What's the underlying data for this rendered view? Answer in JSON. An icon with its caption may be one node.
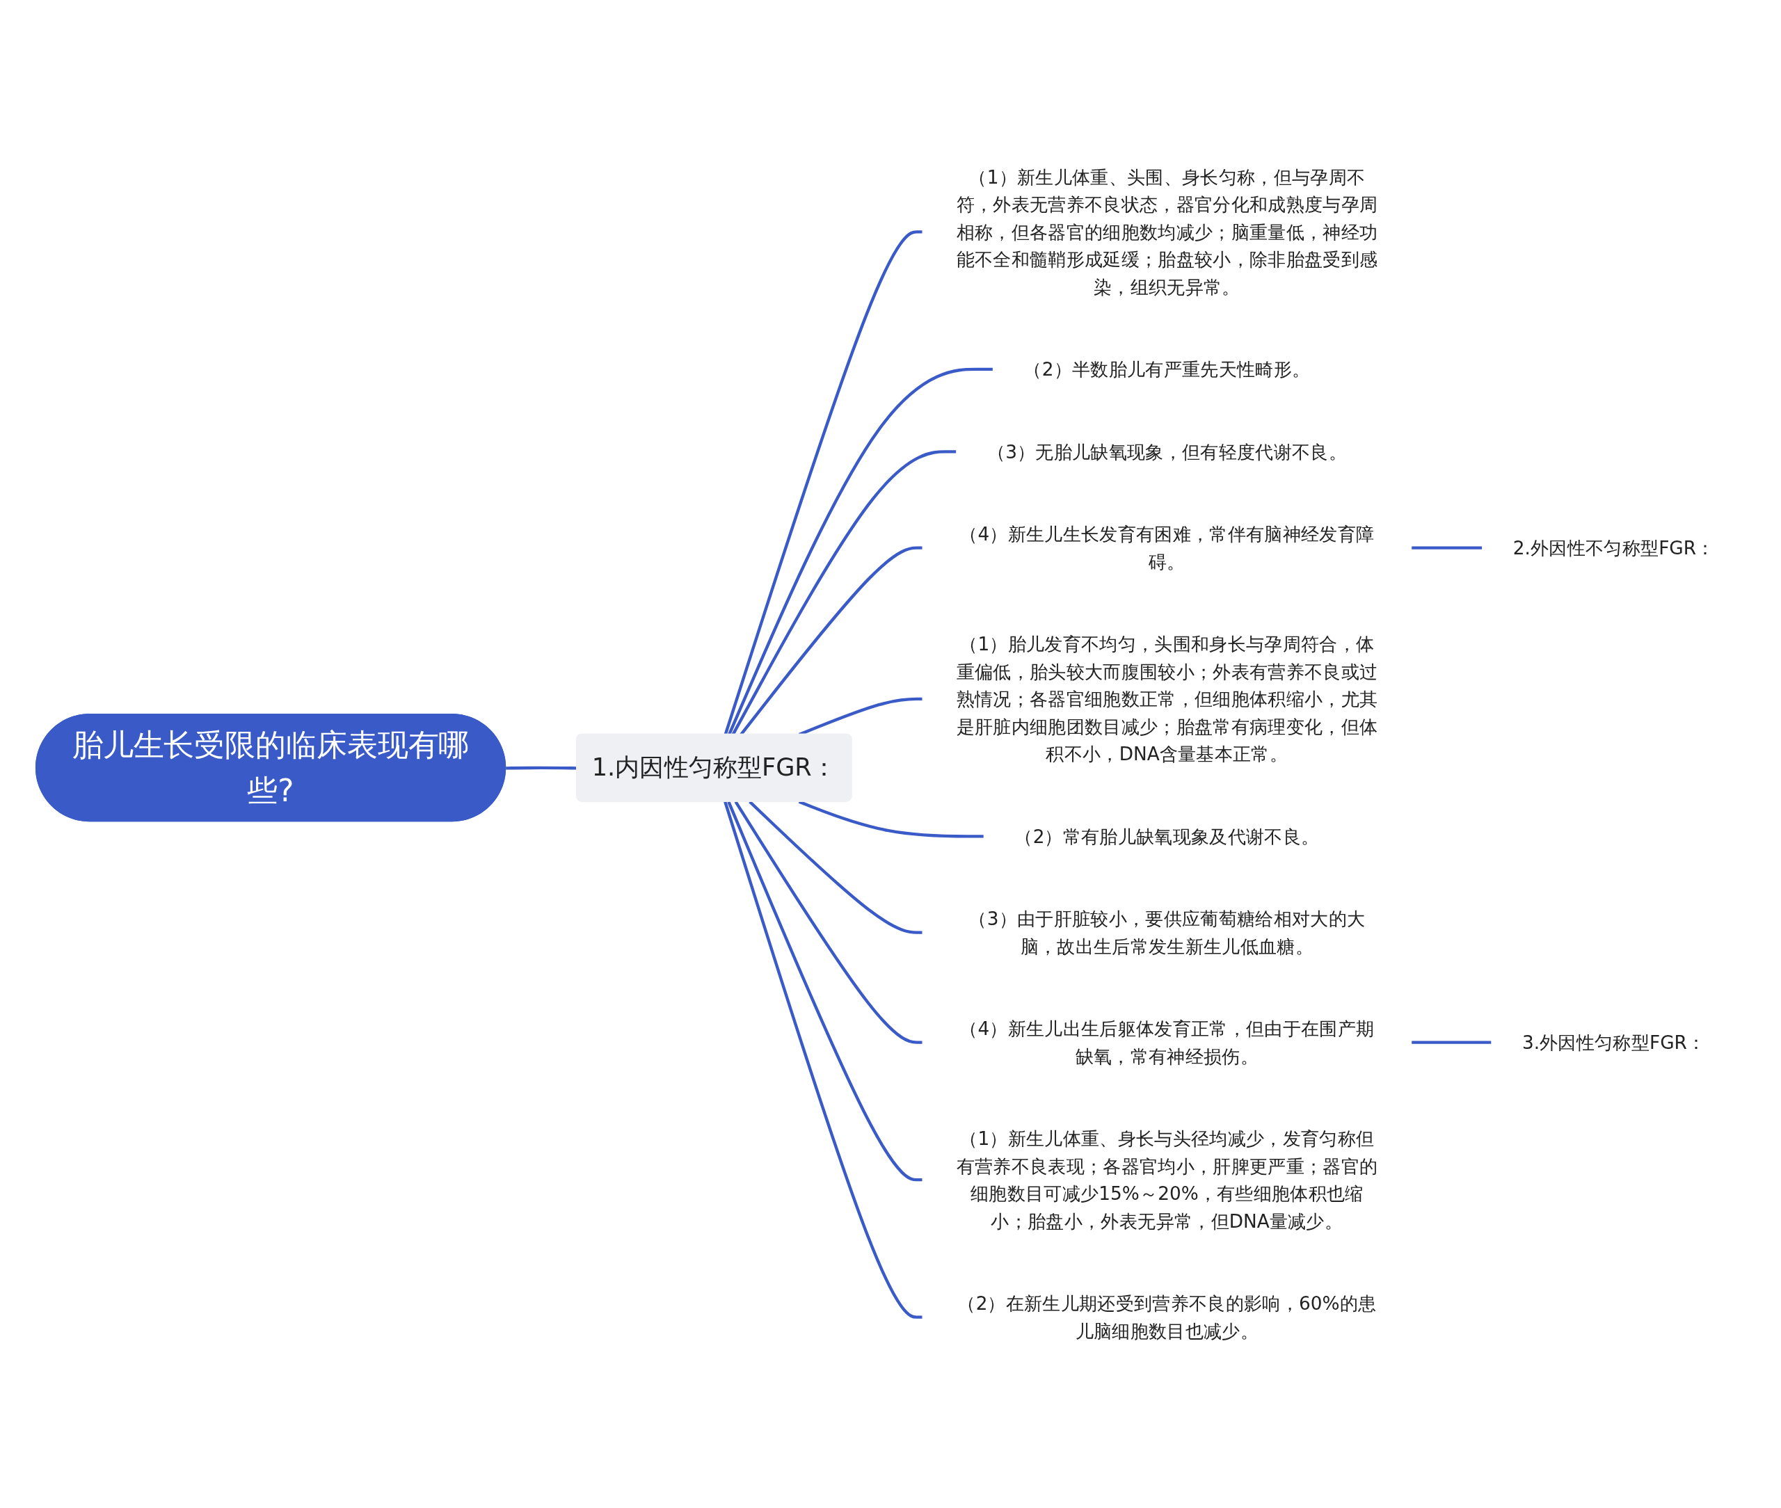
{
  "diagram": {
    "nodes": [
      {
        "text": [
          "胎儿生长受限的临床表现有哪些?"
        ]
      },
      {
        "text": [
          "1.内因性匀称型FGR："
        ]
      },
      {
        "text": [
          "（1）新生儿体重、头围、身长匀称，但与孕周不符，外表无营养不良状态，器官分化和成熟度与孕周相称，但各器官的细胞数均减少；脑重量低，神经功能不全和髓鞘形成延缓；胎盘较小，除非胎盘受到感染，组织无异常。"
        ]
      },
      {
        "text": [
          "（2）半数胎儿有严重先天性畸形。"
        ]
      },
      {
        "text": [
          "（3）无胎儿缺氧现象，但有轻度代谢不良。"
        ]
      },
      {
        "text": [
          "（4）新生儿生长发育有困难，常伴有脑神经发育障碍。"
        ]
      },
      {
        "text": [
          "2.外因性不匀称型FGR："
        ]
      },
      {
        "text": [
          "（1）胎儿发育不均匀，头围和身长与孕周符合，体重偏低，胎头较大而腹围较小；外表有营养不良或过熟情况；各器官细胞数正常，但细胞体积缩小，尤其是肝脏内细胞团数目减少；胎盘常有病理变化，但体积不小，DNA含量基本正常。"
        ]
      },
      {
        "text": [
          "（2）常有胎儿缺氧现象及代谢不良。"
        ]
      },
      {
        "text": [
          "（3）由于肝脏较小，要供应葡萄糖给相对大的大脑，故出生后常发生新生儿低血糖。"
        ]
      },
      {
        "text": [
          "（4）新生儿出生后躯体发育正常，但由于在围产期缺氧，常有神经损伤。"
        ]
      },
      {
        "text": [
          "3.外因性匀称型FGR："
        ]
      },
      {
        "text": [
          "（1）新生儿体重、身长与头径均减少，发育匀称但有营养不良表现；各器官均小，肝脾更严重；器官的细胞数目可减少15%～20%，有些细胞体积也缩小；胎盘小，外表无异常，但DNA量减少。"
        ]
      },
      {
        "text": [
          "（2）在新生儿期还受到营养不良的影响，60%的患儿脑细胞数目也减少。"
        ]
      }
    ],
    "edges": [
      {
        "from": 0,
        "to": 1,
        "arrow": "none"
      },
      {
        "from": 1,
        "to": 2,
        "arrow": "none"
      },
      {
        "from": 1,
        "to": 3,
        "arrow": "none"
      },
      {
        "from": 1,
        "to": 4,
        "arrow": "none"
      },
      {
        "from": 1,
        "to": 5,
        "arrow": "none"
      },
      {
        "from": 5,
        "to": 6,
        "arrow": "none"
      },
      {
        "from": 1,
        "to": 7,
        "arrow": "none"
      },
      {
        "from": 1,
        "to": 8,
        "arrow": "none"
      },
      {
        "from": 1,
        "to": 9,
        "arrow": "none"
      },
      {
        "from": 1,
        "to": 10,
        "arrow": "none"
      },
      {
        "from": 10,
        "to": 11,
        "arrow": "none"
      },
      {
        "from": 1,
        "to": 12,
        "arrow": "none"
      },
      {
        "from": 1,
        "to": 13,
        "arrow": "none"
      }
    ]
  }
}
